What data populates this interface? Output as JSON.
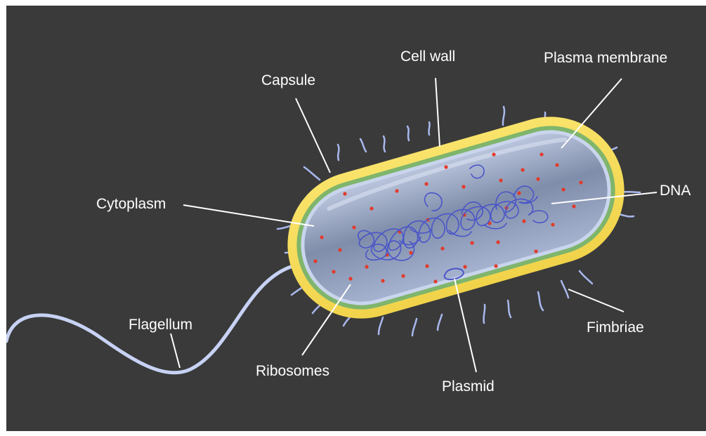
{
  "diagram": {
    "labels": {
      "capsule": "Capsule",
      "cell_wall": "Cell wall",
      "plasma_membrane": "Plasma membrane",
      "cytoplasm": "Cytoplasm",
      "dna": "DNA",
      "flagellum": "Flagellum",
      "ribosomes": "Ribosomes",
      "plasmid": "Plasmid",
      "fimbriae": "Fimbriae"
    },
    "colors": {
      "background": "#3a3a3a",
      "capsule": "#f7df58",
      "cell_wall": "#7fb56c",
      "plasma_membrane": "#c9d5ec",
      "cytoplasm": "#8c9ab8",
      "dna": "#4a55c8",
      "ribosomes": "#e23b2b",
      "flagellum": "#c7d2f4",
      "fimbriae": "#a9b8ee"
    }
  }
}
